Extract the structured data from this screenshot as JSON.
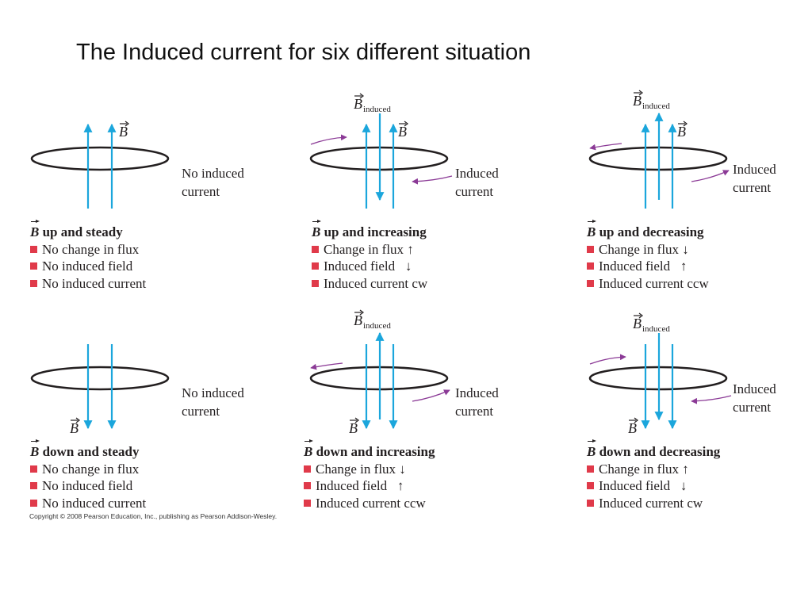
{
  "title": "The Induced current for six different situation",
  "b_symbol": "B",
  "induced_subscript": "induced",
  "colors": {
    "field_arrow": "#1ba6dc",
    "current_arrow": "#8b3a96",
    "bullet": "#e03a4a",
    "loop": "#231f20"
  },
  "panels": [
    {
      "label_lines": [
        "No induced",
        "current"
      ],
      "heading": "up and steady",
      "items": [
        "No change in flux",
        "No induced field",
        "No induced current"
      ]
    },
    {
      "label_lines": [
        "Induced",
        "current"
      ],
      "heading": "up and increasing",
      "items": [
        "Change in flux ↑",
        "Induced field   ↓",
        "Induced current cw"
      ]
    },
    {
      "label_lines": [
        "Induced",
        "current"
      ],
      "heading": "up and decreasing",
      "items": [
        "Change in flux ↓",
        "Induced field   ↑",
        "Induced current ccw"
      ]
    },
    {
      "label_lines": [
        "No induced",
        "current"
      ],
      "heading": "down and steady",
      "items": [
        "No change in flux",
        "No induced field",
        "No induced current"
      ]
    },
    {
      "label_lines": [
        "Induced",
        "current"
      ],
      "heading": "down and increasing",
      "items": [
        "Change in flux ↓",
        "Induced field   ↑",
        "Induced current ccw"
      ]
    },
    {
      "label_lines": [
        "Induced",
        "current"
      ],
      "heading": "down and decreasing",
      "items": [
        "Change in flux ↑",
        "Induced field   ↓",
        "Induced current cw"
      ]
    }
  ],
  "copyright": "Copyright © 2008 Pearson Education, Inc., publishing as Pearson Addison-Wesley."
}
